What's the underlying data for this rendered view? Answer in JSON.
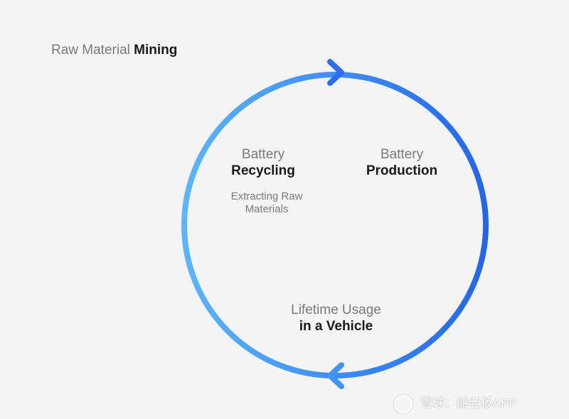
{
  "raw_material": {
    "prefix": "Raw Material",
    "bold": "Mining"
  },
  "nodes": {
    "recycling": {
      "top": "Battery",
      "bottom": "Recycling"
    },
    "production": {
      "top": "Battery",
      "bottom": "Production"
    },
    "extracting": {
      "line1": "Extracting Raw",
      "line2": "Materials"
    },
    "lifetime": {
      "top": "Lifetime Usage",
      "bottom": "in a Vehicle"
    }
  },
  "watermark": {
    "text": "雪球：船老板APP"
  },
  "colors": {
    "arrow_start": "#1f63ea",
    "arrow_end": "#2d7cf5",
    "circle_light": "#5bb5ff",
    "circle_dark": "#2266ee",
    "text_light": "#7a7a7a",
    "text_dark": "#1a1a1a",
    "background": "#f4f4f4"
  }
}
